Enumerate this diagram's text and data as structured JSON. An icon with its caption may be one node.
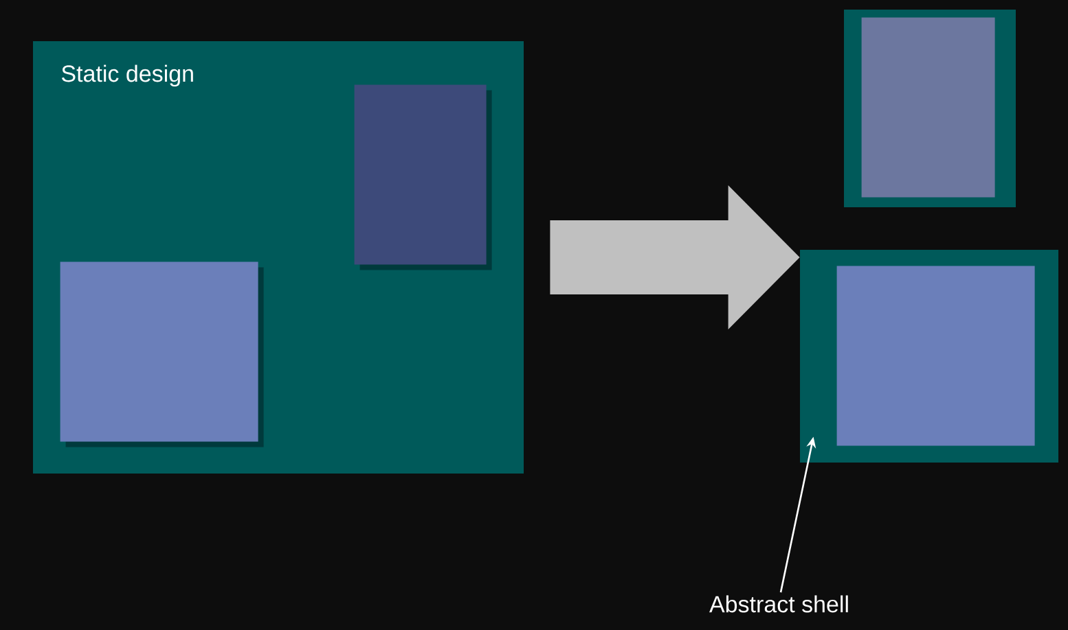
{
  "diagram": {
    "nodes": [
      {
        "text": [
          "Static design"
        ]
      },
      {
        "text": [],
        "shape": "box",
        "in": 0
      },
      {
        "text": [],
        "shape": "box",
        "in": 0
      },
      {
        "text": [],
        "shape": "box"
      },
      {
        "text": [],
        "shape": "box",
        "in": 3
      },
      {
        "text": [],
        "shape": "box"
      },
      {
        "text": [],
        "shape": "box",
        "in": 5
      },
      {
        "text": [
          "Abstract shell"
        ]
      }
    ],
    "edges": [
      {
        "from": 0,
        "to": 5,
        "arrow": "to",
        "style": "thick",
        "color": "#c0c0c0"
      },
      {
        "from": 7,
        "to": 5,
        "arrow": "to"
      }
    ]
  }
}
